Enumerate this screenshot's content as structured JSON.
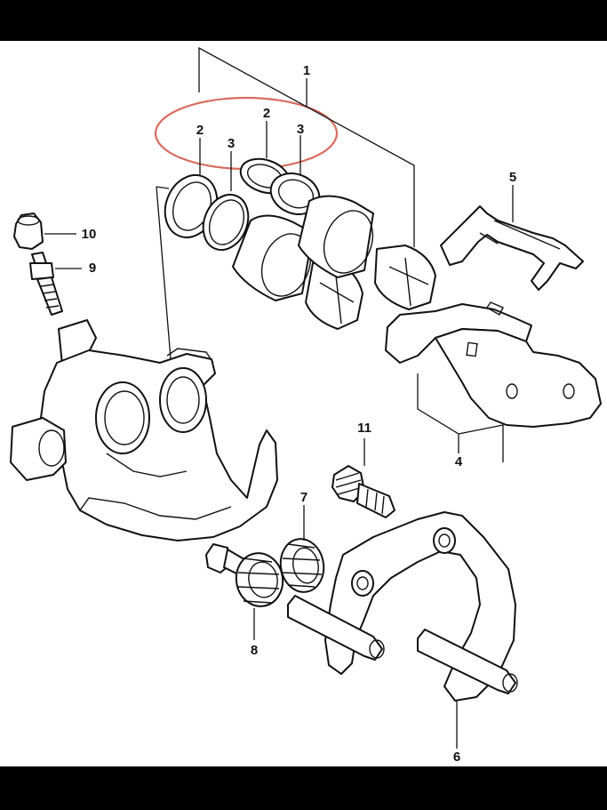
{
  "colors": {
    "background": "#ffffff",
    "letterbox": "#000000",
    "line": "#111111",
    "highlight": "#d86a5e"
  },
  "labels": {
    "l1": "1",
    "l2a": "2",
    "l2b": "2",
    "l3a": "3",
    "l3b": "3",
    "l4": "4",
    "l5": "5",
    "l6": "6",
    "l7": "7",
    "l8": "8",
    "l9": "9",
    "l10": "10",
    "l11": "11"
  }
}
